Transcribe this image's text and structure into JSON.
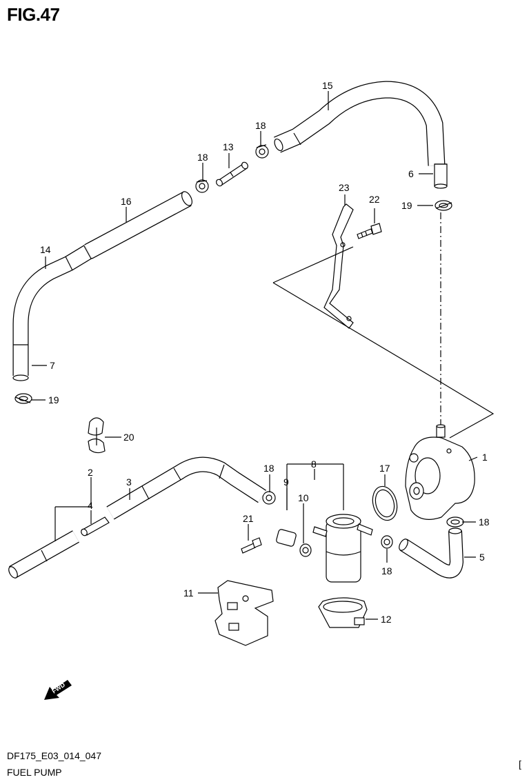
{
  "figure": {
    "title": "FIG.47"
  },
  "footer": {
    "code": "DF175_E03_014_047",
    "name": "FUEL PUMP",
    "bracket": "["
  },
  "forward_marker": "FWD",
  "callouts": [
    {
      "id": "c1",
      "text": "1"
    },
    {
      "id": "c2",
      "text": "2"
    },
    {
      "id": "c3",
      "text": "3"
    },
    {
      "id": "c4",
      "text": "4"
    },
    {
      "id": "c5",
      "text": "5"
    },
    {
      "id": "c6",
      "text": "6"
    },
    {
      "id": "c7",
      "text": "7"
    },
    {
      "id": "c8",
      "text": "8"
    },
    {
      "id": "c9",
      "text": "9"
    },
    {
      "id": "c10",
      "text": "10"
    },
    {
      "id": "c11",
      "text": "11"
    },
    {
      "id": "c12",
      "text": "12"
    },
    {
      "id": "c13",
      "text": "13"
    },
    {
      "id": "c14",
      "text": "14"
    },
    {
      "id": "c15",
      "text": "15"
    },
    {
      "id": "c16",
      "text": "16"
    },
    {
      "id": "c17",
      "text": "17"
    },
    {
      "id": "c18a",
      "text": "18"
    },
    {
      "id": "c18b",
      "text": "18"
    },
    {
      "id": "c18c",
      "text": "18"
    },
    {
      "id": "c18d",
      "text": "18"
    },
    {
      "id": "c18e",
      "text": "18"
    },
    {
      "id": "c19a",
      "text": "19"
    },
    {
      "id": "c19b",
      "text": "19"
    },
    {
      "id": "c20",
      "text": "20"
    },
    {
      "id": "c21",
      "text": "21"
    },
    {
      "id": "c22",
      "text": "22"
    },
    {
      "id": "c23",
      "text": "23"
    }
  ]
}
